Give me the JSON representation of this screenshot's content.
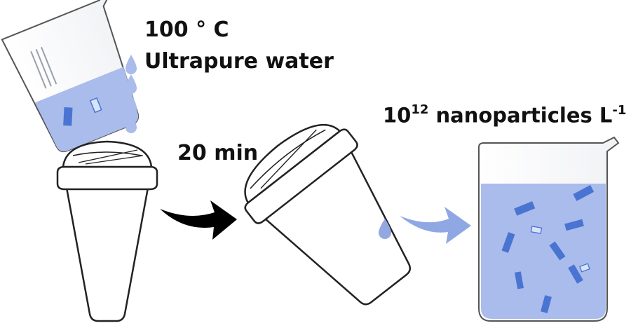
{
  "labels": {
    "temperature": "100 ° C",
    "solvent": "Ultrapure water",
    "steep_time": "20 min",
    "concentration_base": "10",
    "concentration_exponent": "12",
    "concentration_text": " nanoparticles L",
    "concentration_unit_exponent": "-1"
  },
  "colors": {
    "liquid": "#A9BCEB",
    "liquid_dark": "#93A8E0",
    "particle": "#4A74D2",
    "particle_light": "#D9E3F8",
    "outline": "#333333",
    "arrow_black": "#000000",
    "arrow_blue": "#8FA8E4"
  },
  "icons": {
    "pouring_beaker": "beaker-icon",
    "cup_upright": "disposable-cup-icon",
    "cup_tilted": "disposable-cup-icon",
    "result_beaker": "beaker-icon",
    "process_arrow": "curved-arrow-icon"
  }
}
